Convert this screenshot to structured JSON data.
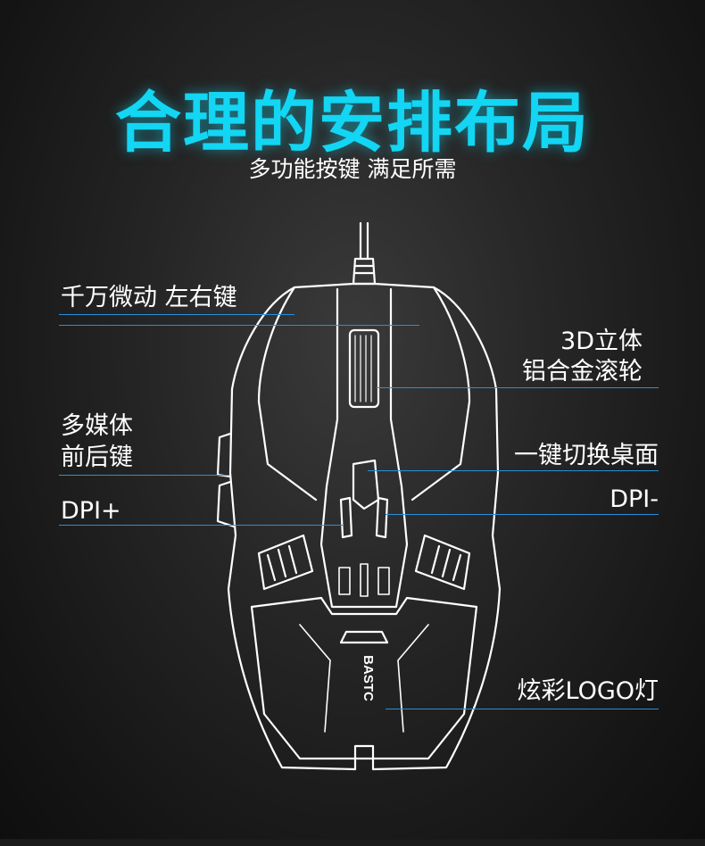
{
  "header": {
    "title": "合理的安排布局",
    "subtitle": "多功能按键 满足所需"
  },
  "labels": {
    "left_right_keys": "千万微动 左右键",
    "scroll_wheel_line1": "3D立体",
    "scroll_wheel_line2": "铝合金滚轮",
    "media_keys_line1": "多媒体",
    "media_keys_line2": "前后键",
    "desktop_key": "一键切换桌面",
    "dpi_plus": "DPI+",
    "dpi_minus": "DPI-",
    "logo_light": "炫彩LOGO灯"
  },
  "mouse": {
    "brand": "BASTC"
  },
  "colors": {
    "accent": "#12d6f3",
    "leader_line": "#2a8fd8",
    "outline": "#ffffff"
  }
}
